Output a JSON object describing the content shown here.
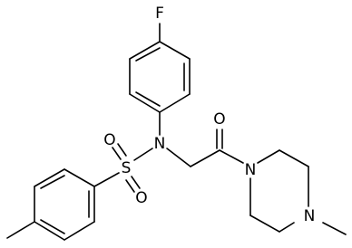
{
  "molecule": {
    "atoms": {
      "F": "F",
      "N_sulfonamide": "N",
      "S": "S",
      "O_s1": "O",
      "O_s2": "O",
      "O_carbonyl": "O",
      "N_amide": "N",
      "N_methyl": "N"
    }
  },
  "colors": {
    "bond": "#000000",
    "background": "#ffffff"
  }
}
